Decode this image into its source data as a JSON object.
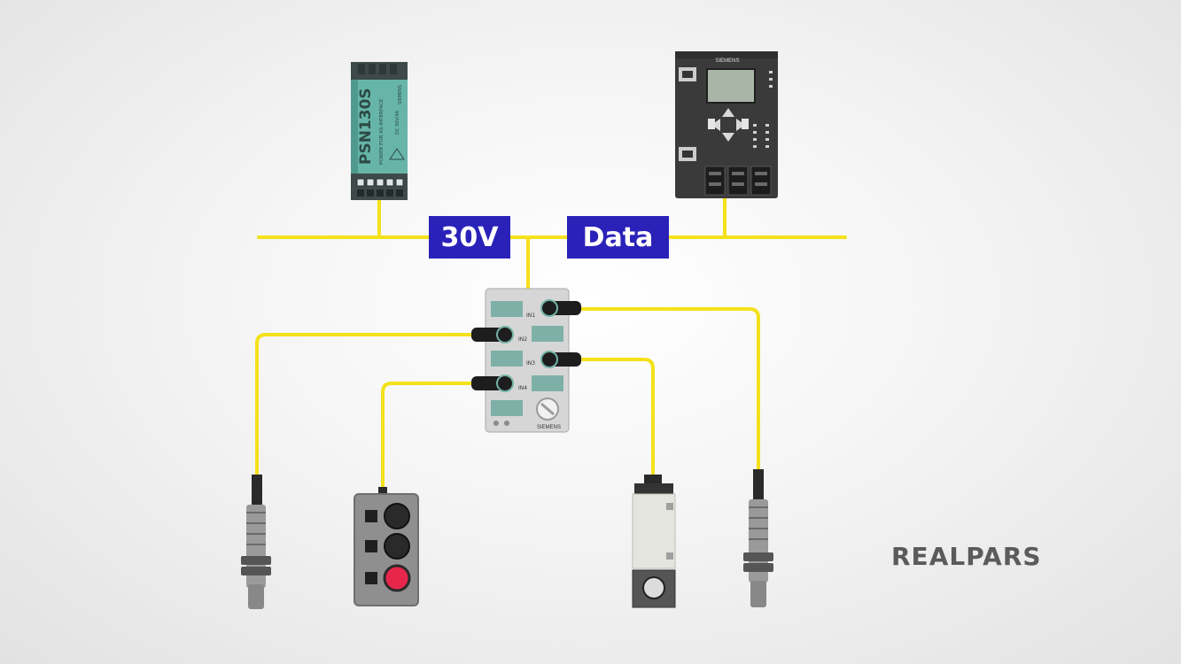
{
  "diagram": {
    "bus_labels": {
      "power": "30V",
      "data": "Data"
    },
    "power_supply": {
      "model": "PSN130S",
      "subtitle": "POWER FOR AS-INTERFACE",
      "rating": "DC 30V/4A",
      "maker": "SIEMENS"
    },
    "controller": {
      "maker": "SIEMENS"
    },
    "io_module": {
      "maker": "SIEMENS",
      "ports": [
        "IN1",
        "IN2",
        "IN3",
        "IN4"
      ]
    },
    "brand": "REALPARS",
    "colors": {
      "cable": "#f5e11a",
      "label_bg": "#2a22b8",
      "device_dark": "#3a3a3a",
      "push_red": "#e8254a"
    }
  }
}
